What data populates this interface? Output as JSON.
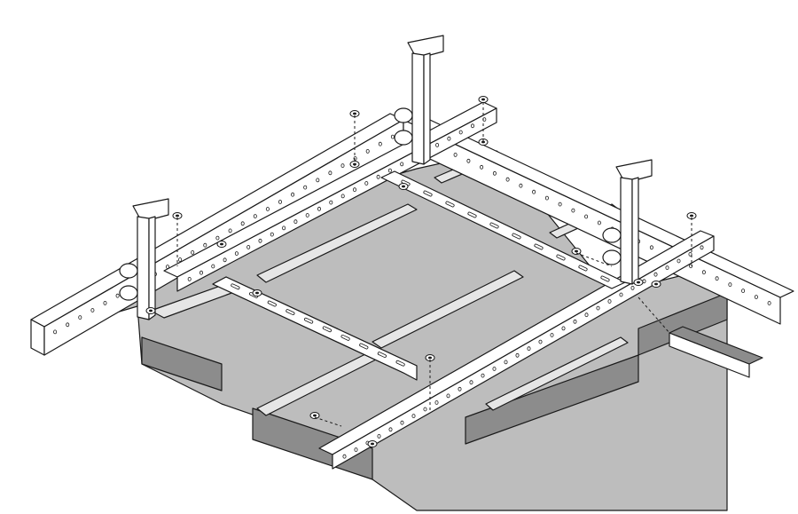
{
  "colors": {
    "background": "#ffffff",
    "line": "#1a1a1a",
    "gray_fill": "#bdbdbd",
    "dark_fill": "#8c8c8c",
    "light_fill": "#e6e6e6",
    "metal_fill": "#ffffff"
  },
  "components": [
    {
      "name": "main-rail-left",
      "type": "perforated-channel"
    },
    {
      "name": "main-rail-right",
      "type": "perforated-channel"
    },
    {
      "name": "strut-front",
      "type": "perforated-strut"
    },
    {
      "name": "strut-back",
      "type": "perforated-strut"
    },
    {
      "name": "crossbar",
      "type": "slotted-bar"
    },
    {
      "name": "hanger-bracket",
      "type": "threaded-rod-bracket",
      "count": 3
    },
    {
      "name": "bolt-washer-nut",
      "type": "fastener"
    },
    {
      "name": "splice-plate",
      "type": "angle-bracket"
    }
  ]
}
